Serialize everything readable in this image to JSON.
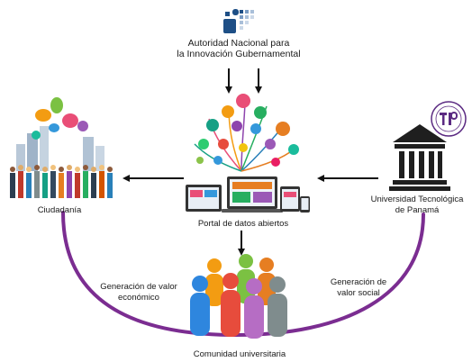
{
  "agency": {
    "name_line1": "Autoridad Nacional para",
    "name_line2": "la Innovación Gubernamental",
    "logo_icon": "aig-logo"
  },
  "nodes": {
    "citizens": "Ciudadanía",
    "portal": "Portal de datos abiertos",
    "university_line1": "Universidad Tecnológica",
    "university_line2": "de Panamá",
    "community": "Comunidad universitaria"
  },
  "edges": {
    "economic_line1": "Generación de valor",
    "economic_line2": "económico",
    "social_line1": "Generación de",
    "social_line2": "valor social"
  },
  "icons": {
    "university": "university-building-icon",
    "seal": "utp-seal-icon",
    "citizens": "citizens-crowd-icon",
    "portal": "devices-cloud-icon",
    "community": "people-group-icon"
  },
  "colors": {
    "arc": "#7b2d91",
    "arrow": "#111111",
    "agency_blue": "#1e4f86",
    "university_dark": "#1f1f1f",
    "seal_purple": "#5b2a82"
  }
}
